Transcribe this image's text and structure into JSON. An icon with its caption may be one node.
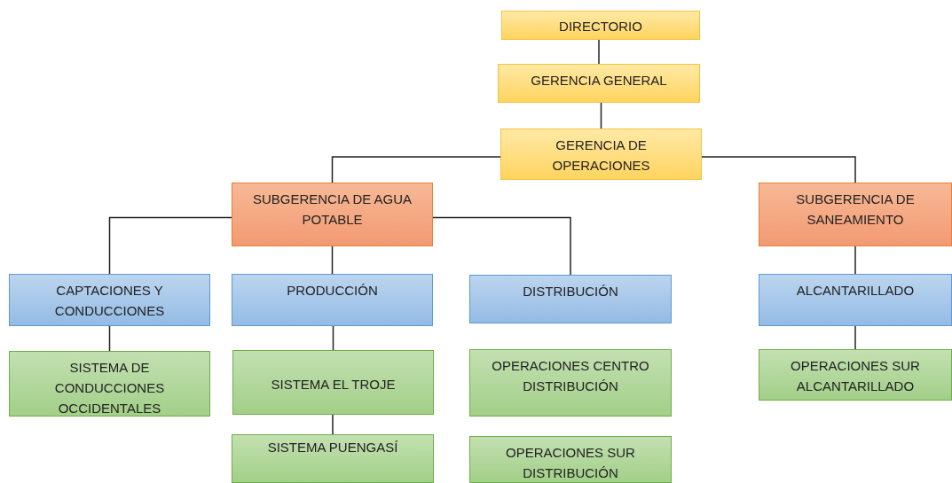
{
  "diagram": {
    "nodes": [
      {
        "text": [
          "DIRECTORIO"
        ]
      },
      {
        "text": [
          "GERENCIA GENERAL"
        ]
      },
      {
        "text": [
          "GERENCIA DE OPERACIONES"
        ]
      },
      {
        "text": [
          "SUBGERENCIA DE AGUA POTABLE"
        ]
      },
      {
        "text": [
          "SUBGERENCIA DE SANEAMIENTO"
        ]
      },
      {
        "text": [
          "CAPTACIONES Y CONDUCCIONES"
        ]
      },
      {
        "text": [
          "PRODUCCIÓN"
        ]
      },
      {
        "text": [
          "DISTRIBUCIÓN"
        ]
      },
      {
        "text": [
          "ALCANTARILLADO"
        ]
      },
      {
        "text": [
          "SISTEMA DE CONDUCCIONES OCCIDENTALES"
        ]
      },
      {
        "text": [
          "SISTEMA EL TROJE"
        ]
      },
      {
        "text": [
          "SISTEMA PUENGASÍ"
        ]
      },
      {
        "text": [
          "OPERACIONES CENTRO DISTRIBUCIÓN"
        ]
      },
      {
        "text": [
          "OPERACIONES SUR DISTRIBUCIÓN"
        ]
      },
      {
        "text": [
          "OPERACIONES SUR ALCANTARILLADO"
        ]
      }
    ],
    "edges": [
      {
        "from": 0,
        "to": 1,
        "arrow": "none"
      },
      {
        "from": 1,
        "to": 2,
        "arrow": "none"
      },
      {
        "from": 2,
        "to": 3,
        "arrow": "none"
      },
      {
        "from": 2,
        "to": 4,
        "arrow": "none"
      },
      {
        "from": 3,
        "to": 5,
        "arrow": "none"
      },
      {
        "from": 3,
        "to": 6,
        "arrow": "none"
      },
      {
        "from": 3,
        "to": 7,
        "arrow": "none"
      },
      {
        "from": 4,
        "to": 8,
        "arrow": "none"
      },
      {
        "from": 5,
        "to": 9,
        "arrow": "none"
      },
      {
        "from": 6,
        "to": 10,
        "arrow": "none"
      },
      {
        "from": 10,
        "to": 11,
        "arrow": "none"
      },
      {
        "from": 8,
        "to": 14,
        "arrow": "none"
      }
    ]
  }
}
